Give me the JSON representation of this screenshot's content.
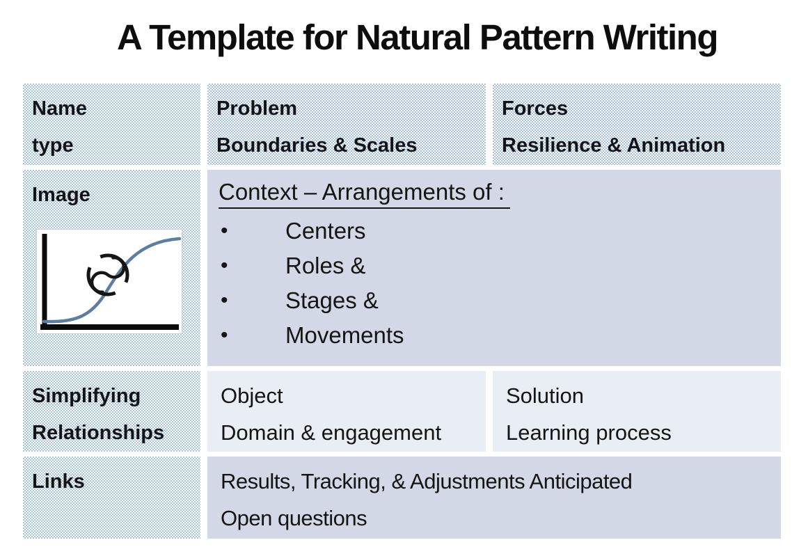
{
  "slide": {
    "title": "A Template for Natural Pattern Writing"
  },
  "colors": {
    "pattern_blue": "#a6c1e4",
    "cell_mid": "#d3d8e6",
    "cell_light": "#e9edf4",
    "text": "#141414",
    "curve": "#5c7ea1"
  },
  "table": {
    "row1": {
      "c1": {
        "l1": "Name",
        "l2": "type"
      },
      "c2": {
        "l1": "Problem",
        "l2": "Boundaries & Scales"
      },
      "c3": {
        "l1": "Forces",
        "l2": "Resilience & Animation"
      }
    },
    "row2": {
      "label": "Image",
      "figure_icon": "s-curve-yin-yang-figure",
      "context": {
        "heading": "Context – Arrangements of :",
        "bullet_char": "•",
        "bullets": [
          "Centers",
          "Roles &",
          "Stages &",
          "Movements"
        ]
      }
    },
    "row3": {
      "c1": {
        "l1": "Simplifying",
        "l2": "Relationships"
      },
      "c2": {
        "l1": "Object",
        "l2": "Domain & engagement"
      },
      "c3": {
        "l1": "Solution",
        "l2": "Learning process"
      }
    },
    "row4": {
      "label": "Links",
      "c2": {
        "l1": "Results, Tracking, & Adjustments Anticipated",
        "l2": "Open questions"
      }
    }
  }
}
